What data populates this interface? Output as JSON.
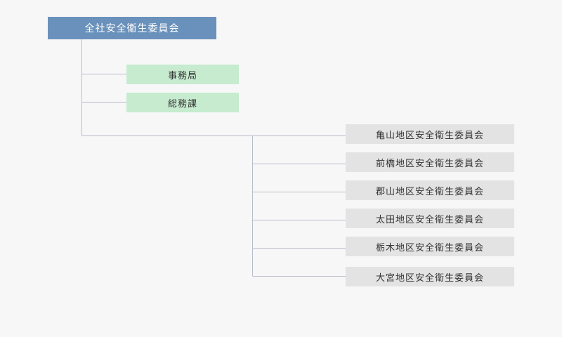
{
  "org_chart": {
    "root": {
      "label": "全社安全衛生委員会",
      "color": "#6a91bb"
    },
    "staff_units": [
      {
        "label": "事務局"
      },
      {
        "label": "総務課"
      }
    ],
    "regional_committees": [
      {
        "label": "亀山地区安全衛生委員会"
      },
      {
        "label": "前橋地区安全衛生委員会"
      },
      {
        "label": "郡山地区安全衛生委員会"
      },
      {
        "label": "太田地区安全衛生委員会"
      },
      {
        "label": "栃木地区安全衛生委員会"
      },
      {
        "label": "大宮地区安全衛生委員会"
      }
    ],
    "colors": {
      "staff_fill": "#c6ebcf",
      "region_fill": "#e3e3e3",
      "connector": "#b8bcc8"
    }
  }
}
